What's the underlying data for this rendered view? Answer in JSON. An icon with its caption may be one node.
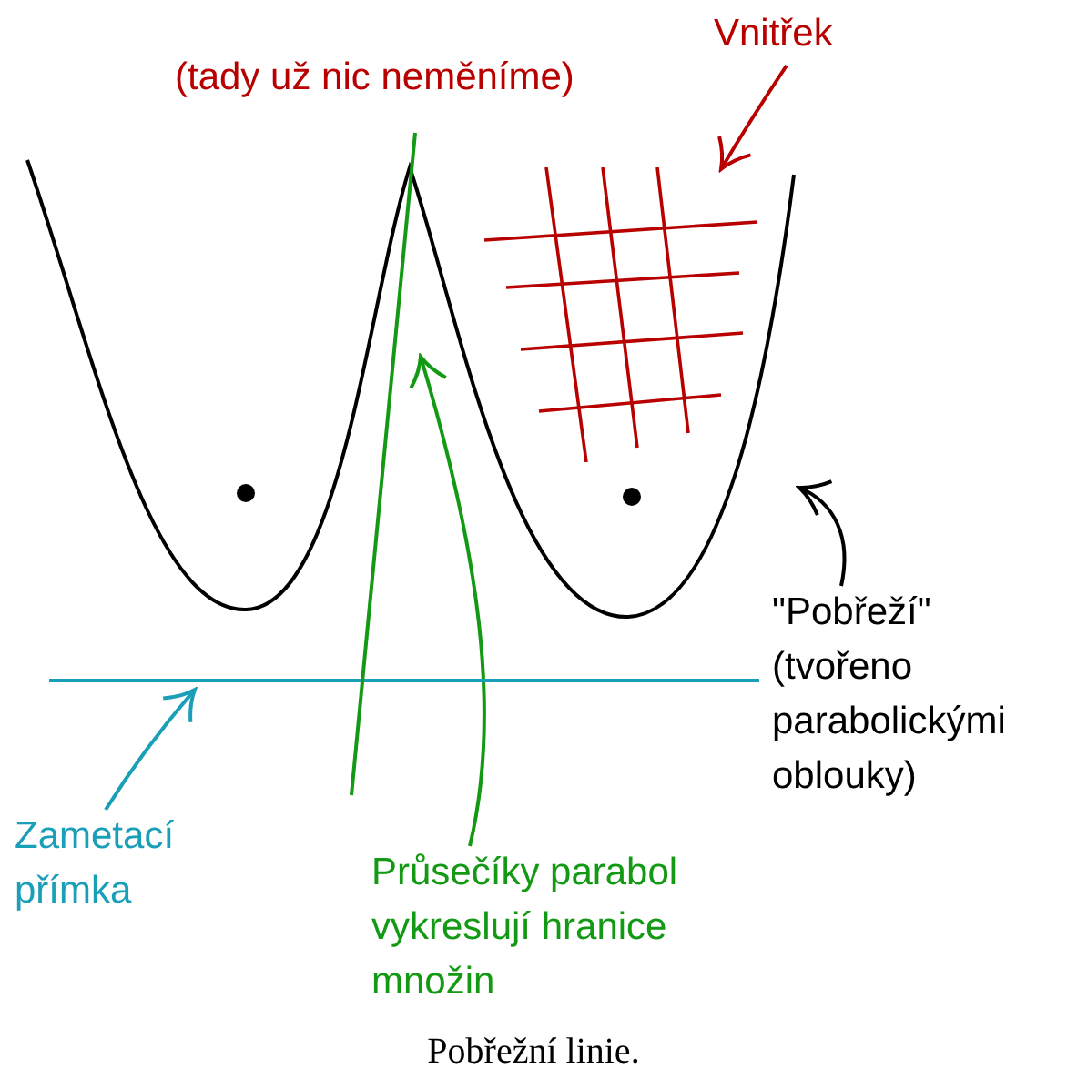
{
  "diagram": {
    "caption": "Pobřežní linie.",
    "nodes": [
      {
        "text": [
          "Vnitřek"
        ]
      },
      {
        "text": [],
        "shape": "picture",
        "in": 3
      },
      {
        "text": [
          "\"Pobřeží\" (tvořeno parabolickými oblouky)"
        ]
      },
      {
        "text": [],
        "shape": "curve"
      },
      {
        "text": [
          "Zametací přímka"
        ]
      },
      {
        "text": [],
        "shape": "line"
      },
      {
        "text": [
          "Průsečíky parabol vykreslují hranice množin"
        ]
      },
      {
        "text": [],
        "shape": "line"
      }
    ],
    "edges": [
      {
        "from": 0,
        "to": 1,
        "arrow": "to",
        "color": "#b80000"
      },
      {
        "from": 2,
        "to": 3,
        "arrow": "to",
        "color": "#000000"
      },
      {
        "from": 4,
        "to": 5,
        "arrow": "to",
        "color": "#1a9fb8"
      },
      {
        "from": 6,
        "to": 7,
        "arrow": "to",
        "color": "#139913"
      }
    ],
    "labels": [
      "(tady už nic neměníme)"
    ]
  }
}
